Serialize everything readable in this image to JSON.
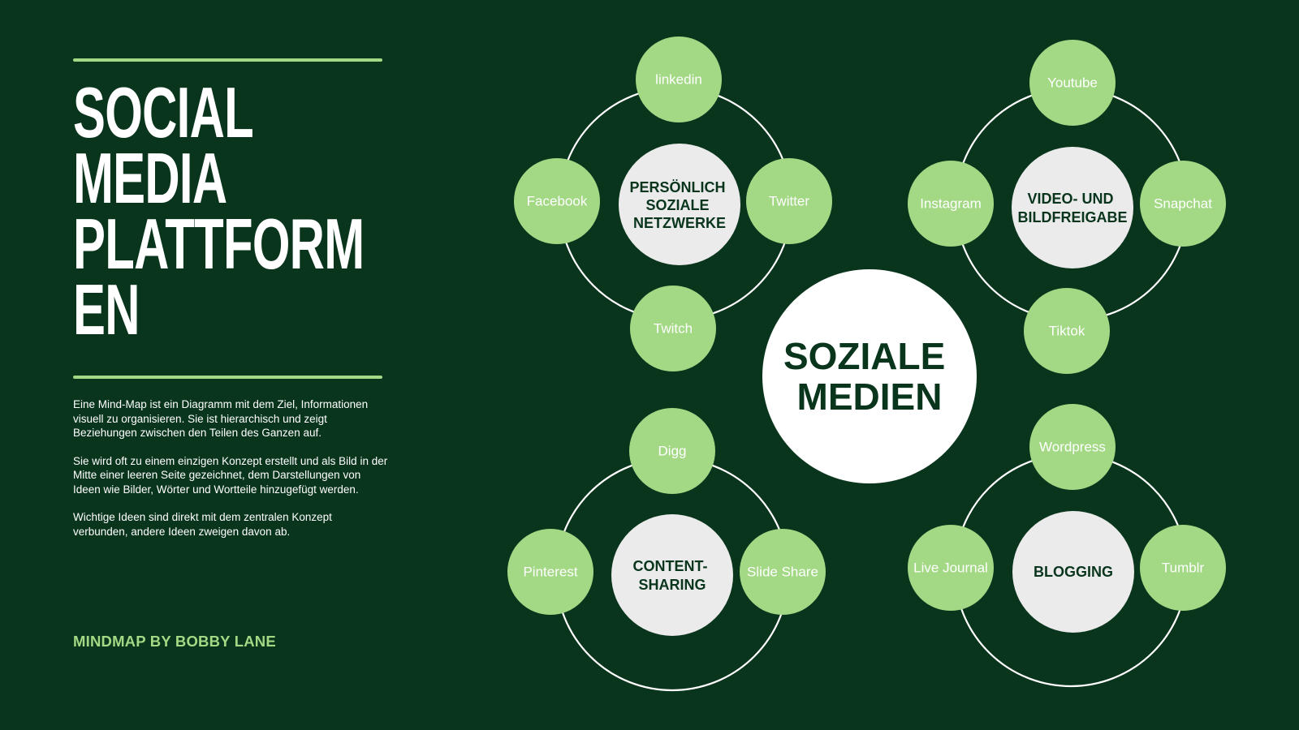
{
  "sidebar": {
    "title_lines": [
      "SOCIAL",
      "MEDIA",
      "PLATTFORM",
      "EN"
    ],
    "paragraphs": [
      "Eine Mind-Map ist ein Diagramm mit dem Ziel, Informationen visuell zu organisieren. Sie ist hierarchisch und zeigt Beziehungen zwischen den Teilen des Ganzen auf.",
      "Sie wird oft zu einem einzigen Konzept erstellt und als Bild in der Mitte einer leeren Seite gezeichnet, dem Darstellungen von Ideen wie Bilder, Wörter und Wortteile hinzugefügt werden.",
      "Wichtige Ideen sind direkt mit dem zentralen Konzept verbunden, andere Ideen zweigen davon ab."
    ],
    "credit": "MINDMAP BY BOBBY LANE"
  },
  "mindmap": {
    "center": {
      "lines": [
        "SOZIALE",
        "MEDIEN"
      ]
    },
    "clusters": [
      {
        "id": "persoenlich",
        "hub_lines": [
          "PERSÖNLICH",
          "SOZIALE",
          "NETZWERKE"
        ],
        "leaves": [
          "linkedin",
          "Facebook",
          "Twitter",
          "Twitch"
        ]
      },
      {
        "id": "video",
        "hub_lines": [
          "VIDEO- UND",
          "BILDFREIGABE"
        ],
        "leaves": [
          "Youtube",
          "Instagram",
          "Snapchat",
          "Tiktok"
        ]
      },
      {
        "id": "content",
        "hub_lines": [
          "CONTENT-",
          "SHARING"
        ],
        "leaves": [
          "Digg",
          "Pinterest",
          "Slide Share"
        ]
      },
      {
        "id": "blogging",
        "hub_lines": [
          "BLOGGING"
        ],
        "leaves": [
          "Wordpress",
          "Live Journal",
          "Tumblr"
        ]
      }
    ]
  },
  "colors": {
    "background": "#0a351d",
    "accent": "#a3d985",
    "hub": "#ebebeb",
    "text_dark": "#0a351d"
  }
}
